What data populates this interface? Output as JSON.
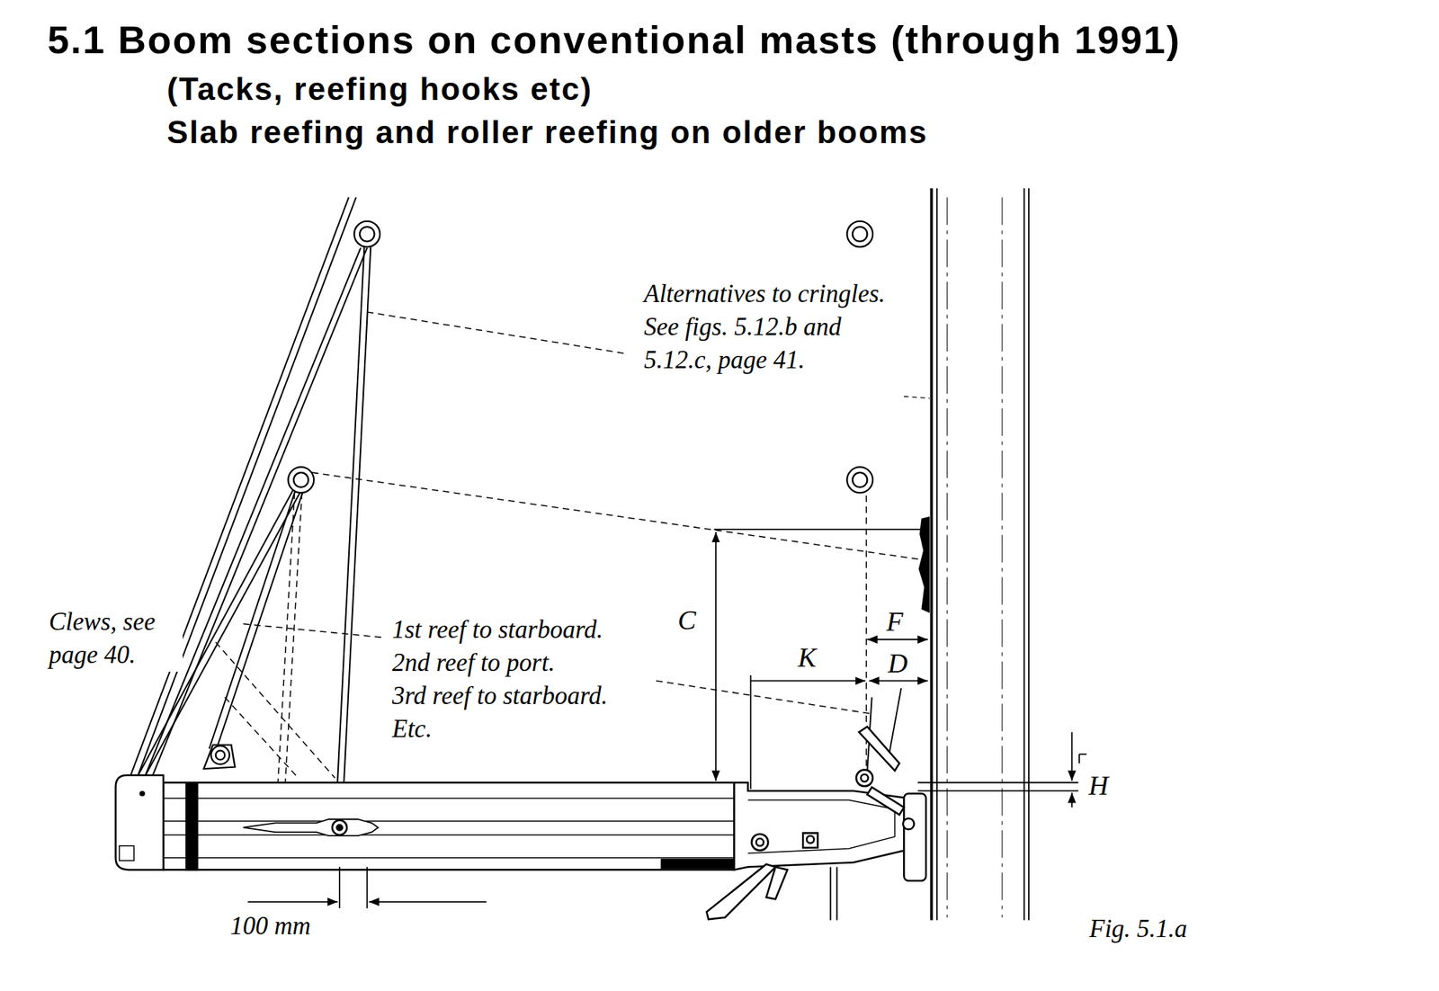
{
  "diagram": {
    "title": "5.1 Boom sections on conventional masts (through 1991)",
    "caption": "Fig. 5.1.a",
    "labels": [
      "(Tacks, reefing hooks etc)",
      "Slab reefing and roller reefing on older booms",
      "Alternatives to cringles. See figs. 5.12.b and 5.12.c, page 41.",
      "Clews, see page 40.",
      "1st reef to starboard.",
      "2nd reef to port.",
      "3rd reef to starboard.",
      "Etc.",
      "C",
      "F",
      "K",
      "D",
      "H",
      "100 mm"
    ]
  }
}
